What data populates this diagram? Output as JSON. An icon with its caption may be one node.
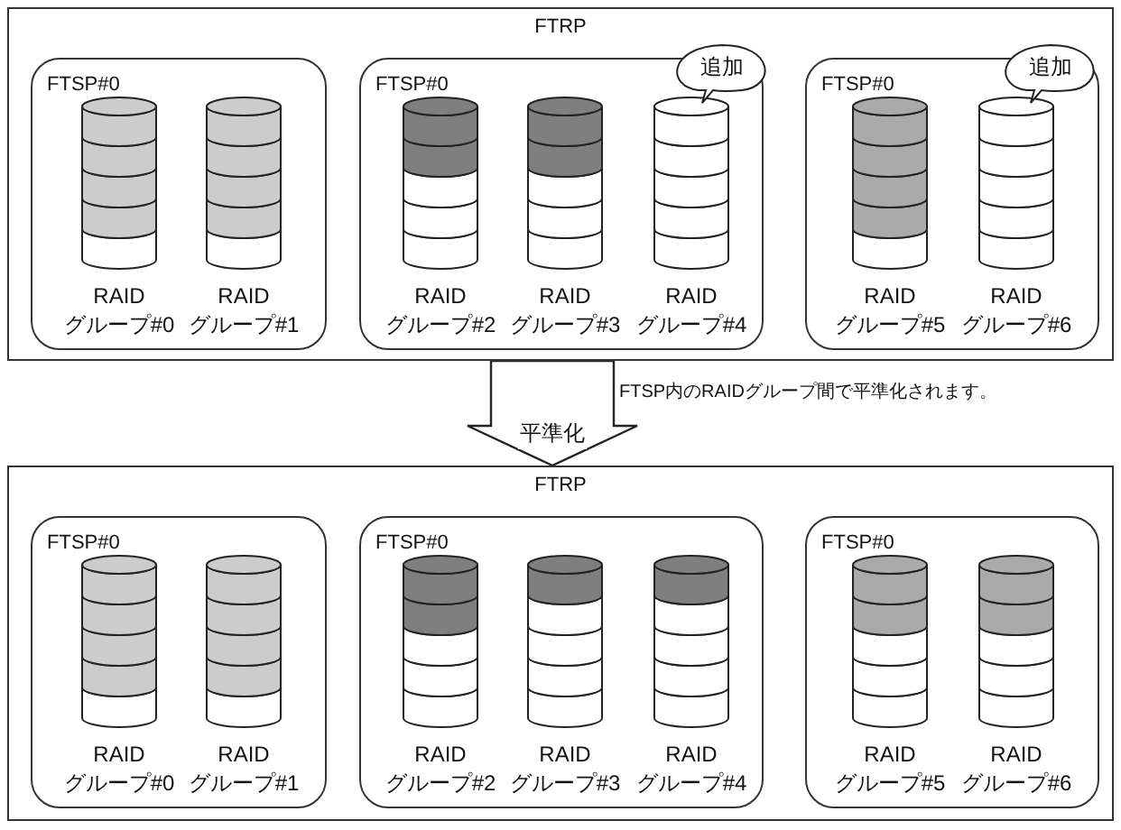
{
  "diagram": {
    "nodes": [
      {
        "text": [
          "FTRP"
        ]
      },
      {
        "text": [
          "FTSP#0"
        ],
        "in": 0
      },
      {
        "text": [
          "RAID グループ#0"
        ],
        "in": 1
      },
      {
        "text": [
          "RAID グループ#1"
        ],
        "in": 1
      },
      {
        "text": [
          "FTSP#0"
        ],
        "in": 0
      },
      {
        "text": [
          "RAID グループ#2"
        ],
        "in": 4
      },
      {
        "text": [
          "RAID グループ#3"
        ],
        "in": 4
      },
      {
        "text": [
          "RAID グループ#4"
        ],
        "in": 4
      },
      {
        "text": [
          "追加"
        ],
        "in": 0
      },
      {
        "text": [
          "FTSP#0"
        ],
        "in": 0
      },
      {
        "text": [
          "RAID グループ#5"
        ],
        "in": 9
      },
      {
        "text": [
          "RAID グループ#6"
        ],
        "in": 9
      },
      {
        "text": [
          "追加"
        ],
        "in": 0
      },
      {
        "text": [
          "FTRP"
        ]
      },
      {
        "text": [
          "FTSP#0"
        ],
        "in": 13
      },
      {
        "text": [
          "RAID グループ#0"
        ],
        "in": 14
      },
      {
        "text": [
          "RAID グループ#1"
        ],
        "in": 14
      },
      {
        "text": [
          "FTSP#0"
        ],
        "in": 13
      },
      {
        "text": [
          "RAID グループ#2"
        ],
        "in": 17
      },
      {
        "text": [
          "RAID グループ#3"
        ],
        "in": 17
      },
      {
        "text": [
          "RAID グループ#4"
        ],
        "in": 17
      },
      {
        "text": [
          "FTSP#0"
        ],
        "in": 13
      },
      {
        "text": [
          "RAID グループ#5"
        ],
        "in": 21
      },
      {
        "text": [
          "RAID グループ#6"
        ],
        "in": 21
      }
    ],
    "edges": [
      {
        "from": 0,
        "to": 13,
        "arrow": "to",
        "label": "平準化"
      }
    ],
    "labels": [
      "FTSP内のRAIDグループ間で平準化されます。"
    ]
  }
}
